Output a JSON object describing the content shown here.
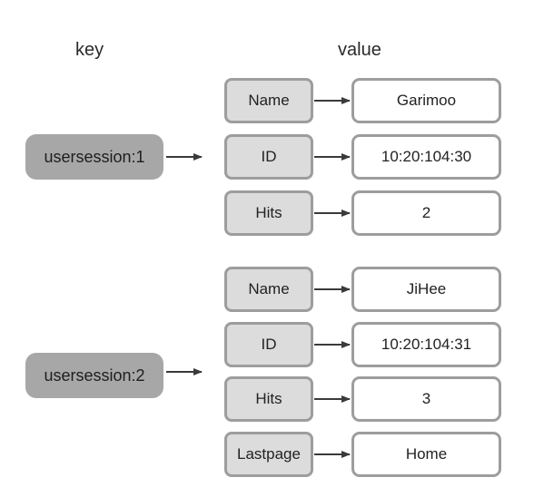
{
  "headers": {
    "key": "key",
    "value": "value"
  },
  "entries": [
    {
      "key": "usersession:1",
      "fields": [
        {
          "name": "Name",
          "value": "Garimoo"
        },
        {
          "name": "ID",
          "value": "10:20:104:30"
        },
        {
          "name": "Hits",
          "value": "2"
        }
      ]
    },
    {
      "key": "usersession:2",
      "fields": [
        {
          "name": "Name",
          "value": "JiHee"
        },
        {
          "name": "ID",
          "value": "10:20:104:31"
        },
        {
          "name": "Hits",
          "value": "3"
        },
        {
          "name": "Lastpage",
          "value": "Home"
        }
      ]
    }
  ],
  "colors": {
    "key_fill": "#a7a7a7",
    "field_fill": "#dcdcdc",
    "border": "#9d9d9d",
    "arrow": "#3a3a3a"
  }
}
